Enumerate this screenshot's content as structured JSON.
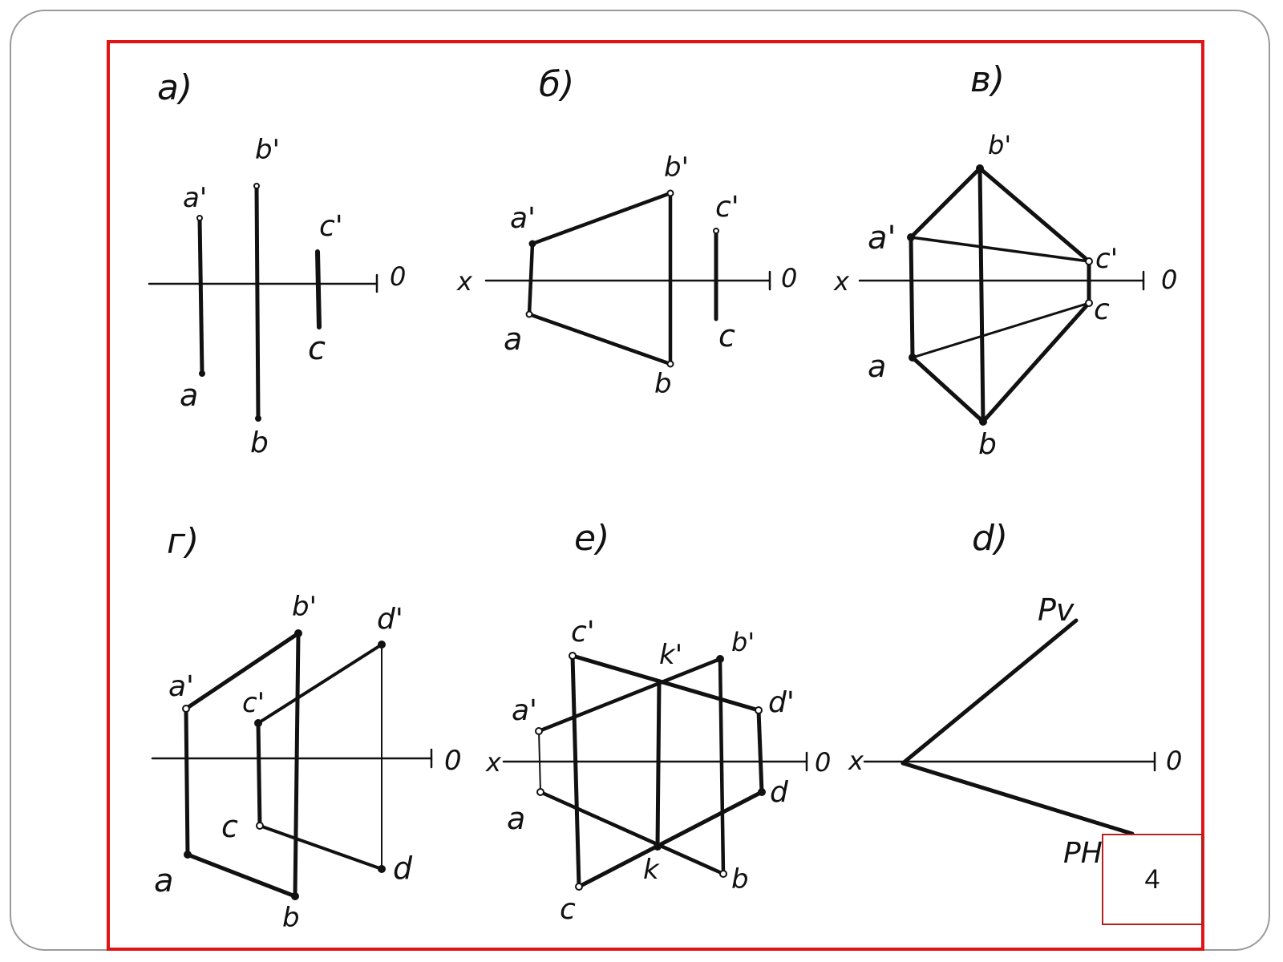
{
  "colors": {
    "frame": "#e01414",
    "ink": "#111111",
    "page_box_border": "#b22222",
    "slide_border": "#9a9a9a"
  },
  "page_number": "4",
  "diagrams": {
    "a": {
      "label": "а)",
      "points": {
        "a1": "a'",
        "b1": "b'",
        "c1": "c'",
        "a": "a",
        "b": "b",
        "c": "c",
        "o": "0"
      }
    },
    "b": {
      "label": "б)",
      "points": {
        "a1": "a'",
        "b1": "b'",
        "c1": "c'",
        "a": "a",
        "b": "b",
        "c": "c",
        "x": "x",
        "o": "0"
      }
    },
    "c": {
      "label": "в)",
      "points": {
        "b1": "b'",
        "a1": "a'",
        "c1": "c'",
        "c": "c",
        "a": "a",
        "b": "b",
        "x": "x",
        "o": "0"
      }
    },
    "d": {
      "label": "г)",
      "points": {
        "b1": "b'",
        "d1": "d'",
        "a1": "a'",
        "c1": "c'",
        "c": "c",
        "a": "a",
        "b": "b",
        "d": "d",
        "o": "0"
      }
    },
    "e": {
      "label": "е)",
      "points": {
        "c1": "c'",
        "k1": "k'",
        "b1": "b'",
        "d1": "d'",
        "a1": "a'",
        "a": "a",
        "d": "d",
        "k": "k",
        "b": "b",
        "c": "c",
        "x": "x",
        "o": "0"
      }
    },
    "f": {
      "label": "d)",
      "points": {
        "pv": "Pv",
        "ph": "PH",
        "x": "x",
        "o": "0"
      }
    }
  }
}
